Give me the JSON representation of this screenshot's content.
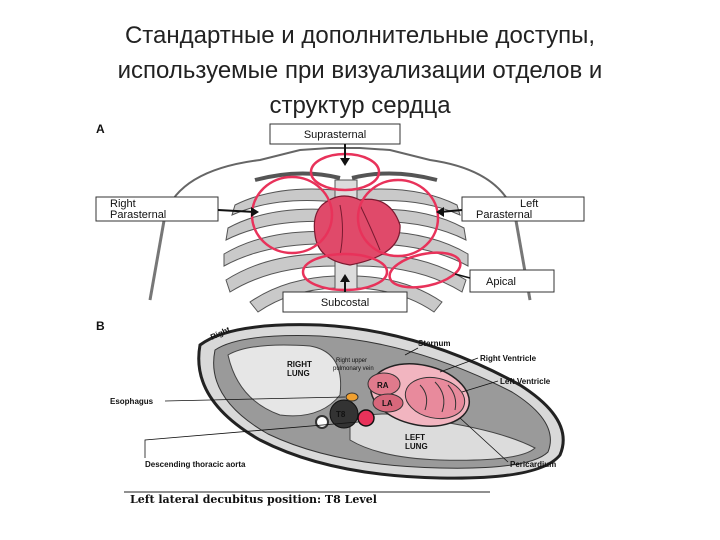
{
  "title": {
    "line1": "Стандартные и дополнительные доступы,",
    "line2": "используемые при визуализации  отделов и",
    "line3": "структур сердца"
  },
  "panel_a": {
    "letter": "A",
    "suprasternal": "Suprasternal",
    "right_parasternal_1": "Right",
    "right_parasternal_2": "Parasternal",
    "left_parasternal_1": "Left",
    "left_parasternal_2": "Parasternal",
    "apical": "Apical",
    "subcostal": "Subcostal"
  },
  "panel_b": {
    "letter": "B",
    "right": "Right",
    "sternum": "Sternum",
    "right_ventricle": "Right Ventricle",
    "left_ventricle": "Left Ventricle",
    "right_lung_1": "RIGHT",
    "right_lung_2": "LUNG",
    "rupv_1": "Right upper",
    "rupv_2": "pulmonary vein",
    "esophagus": "Esophagus",
    "ra": "RA",
    "la": "LA",
    "t8": "T8",
    "left_lung_1": "LEFT",
    "left_lung_2": "LUNG",
    "desc_aorta": "Descending thoracic aorta",
    "pericardium": "Pericardium",
    "caption": "Left lateral decubitus position: T8 Level"
  },
  "colors": {
    "accent": "#e8325a",
    "heart": "#e04a6a"
  }
}
